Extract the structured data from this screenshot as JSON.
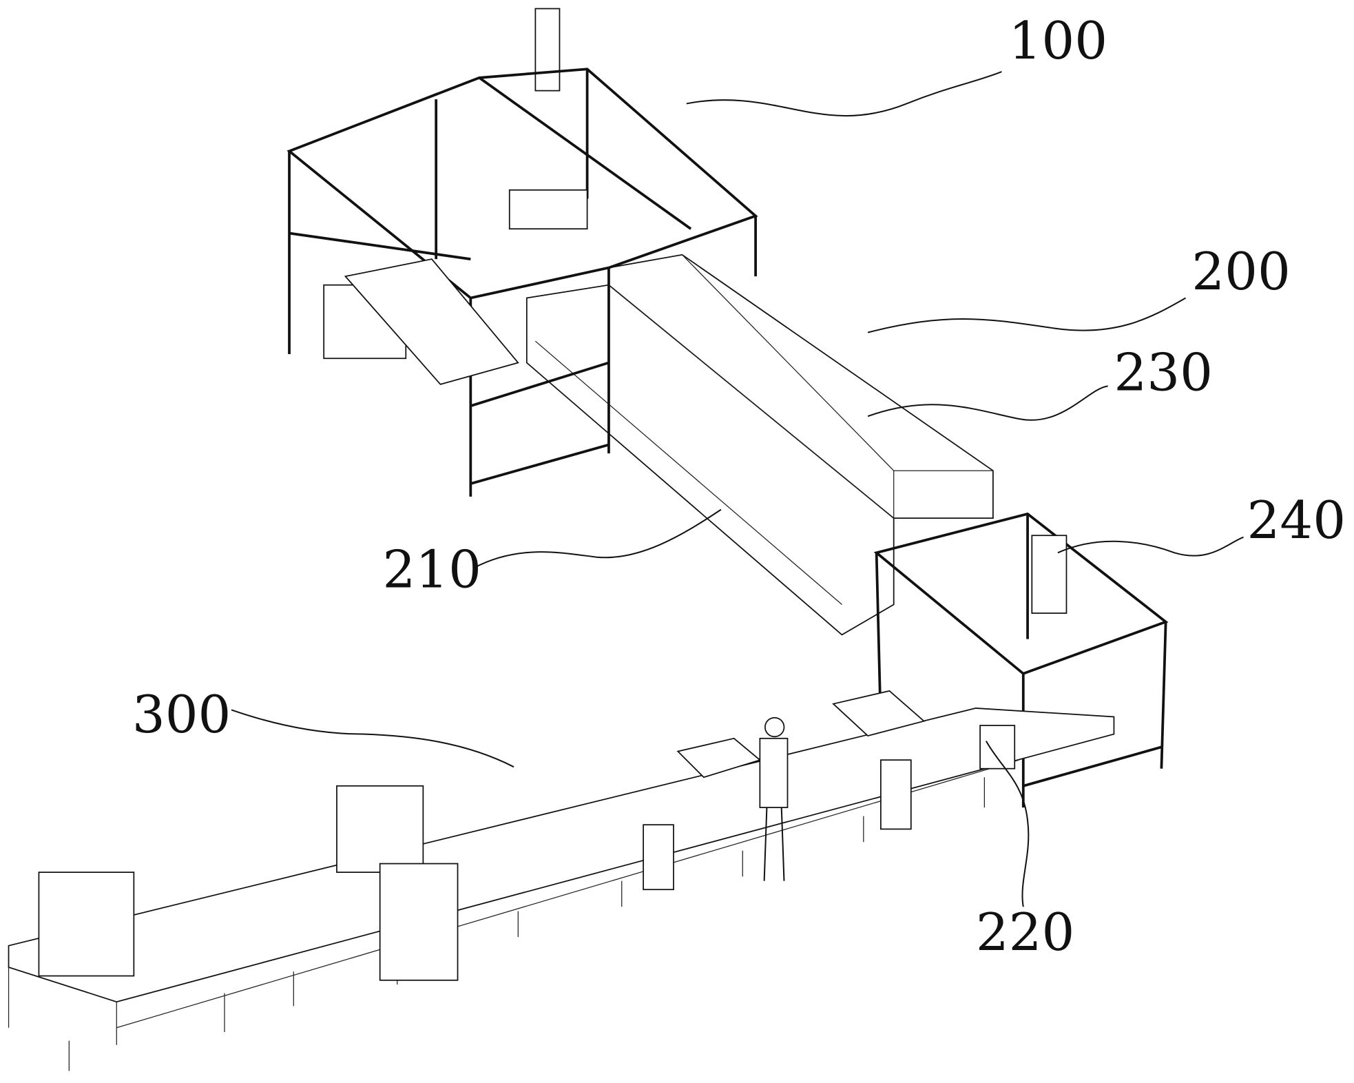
{
  "figure": {
    "labels": {
      "l100": "100",
      "l200": "200",
      "l230": "230",
      "l240": "240",
      "l210": "210",
      "l300": "300",
      "l220": "220"
    },
    "colors": {
      "line": "#111111",
      "background": "#ffffff"
    }
  }
}
